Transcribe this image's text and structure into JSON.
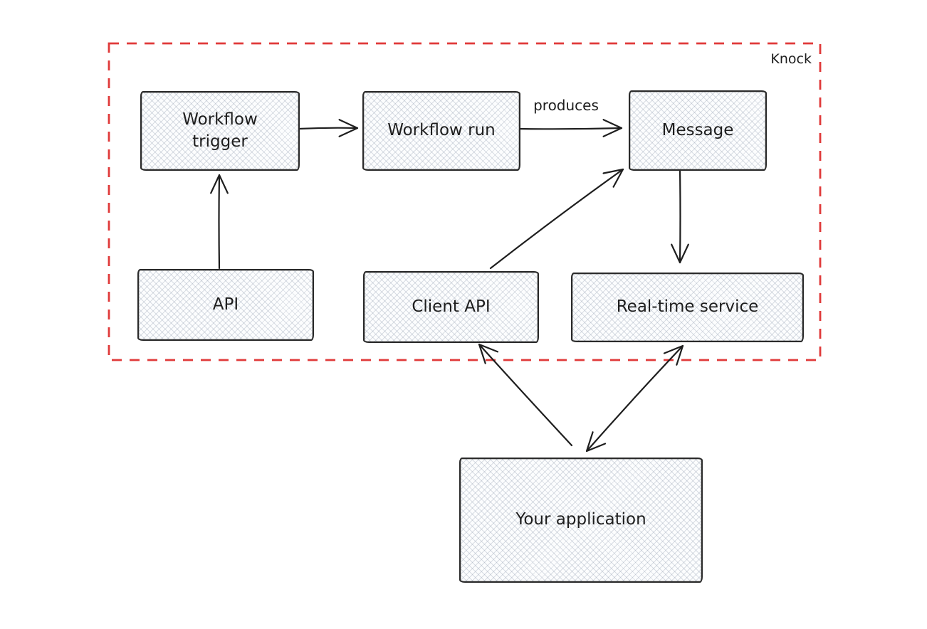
{
  "boundary": {
    "label": "Knock",
    "color": "#e03a3a",
    "style": "dashed"
  },
  "nodes": [
    {
      "id": "workflow-trigger",
      "label": "Workflow trigger"
    },
    {
      "id": "workflow-run",
      "label": "Workflow run"
    },
    {
      "id": "message",
      "label": "Message"
    },
    {
      "id": "api",
      "label": "API"
    },
    {
      "id": "client-api",
      "label": "Client API"
    },
    {
      "id": "real-time-service",
      "label": "Real-time service"
    },
    {
      "id": "your-application",
      "label": "Your application"
    }
  ],
  "edges": [
    {
      "from": "Workflow trigger",
      "to": "Workflow run",
      "label": "",
      "arrows": "forward"
    },
    {
      "from": "Workflow run",
      "to": "Message",
      "label": "produces",
      "arrows": "forward"
    },
    {
      "from": "API",
      "to": "Workflow trigger",
      "label": "",
      "arrows": "forward"
    },
    {
      "from": "Client API",
      "to": "Message",
      "label": "",
      "arrows": "forward"
    },
    {
      "from": "Message",
      "to": "Real-time service",
      "label": "",
      "arrows": "forward"
    },
    {
      "from": "Your application",
      "to": "Client API",
      "label": "",
      "arrows": "forward"
    },
    {
      "from": "Real-time service",
      "to": "Your application",
      "label": "",
      "arrows": "both"
    }
  ],
  "colors": {
    "stroke": "#1e1e1e",
    "node_fill": "#fcfdfe",
    "hatch": "#aab3c2",
    "boundary_red": "#e03a3a"
  }
}
